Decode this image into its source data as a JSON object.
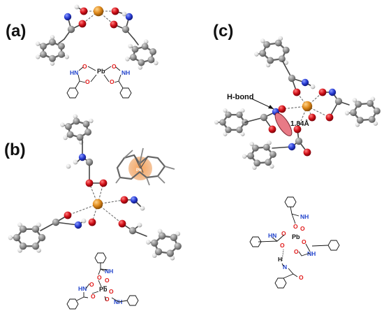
{
  "panels": {
    "a": {
      "label": "(a)"
    },
    "b": {
      "label": "(b)"
    },
    "c": {
      "label": "(c)",
      "hbond_label": "H-bond",
      "distance_label": "1.84Å"
    }
  },
  "atoms": {
    "pb": "Pb",
    "o": "O",
    "nh": "NH",
    "hn": "HN",
    "h": "H",
    "n": "N"
  },
  "colors": {
    "carbon": "#8c8c8c",
    "hydrogen": "#e6e6e6",
    "oxygen": "#d4121a",
    "nitrogen": "#2b3fd6",
    "lead": "#e08a1c",
    "hbond_ellipse": "#e87a86",
    "structural_o": "#e01818",
    "structural_n": "#2244cc"
  }
}
